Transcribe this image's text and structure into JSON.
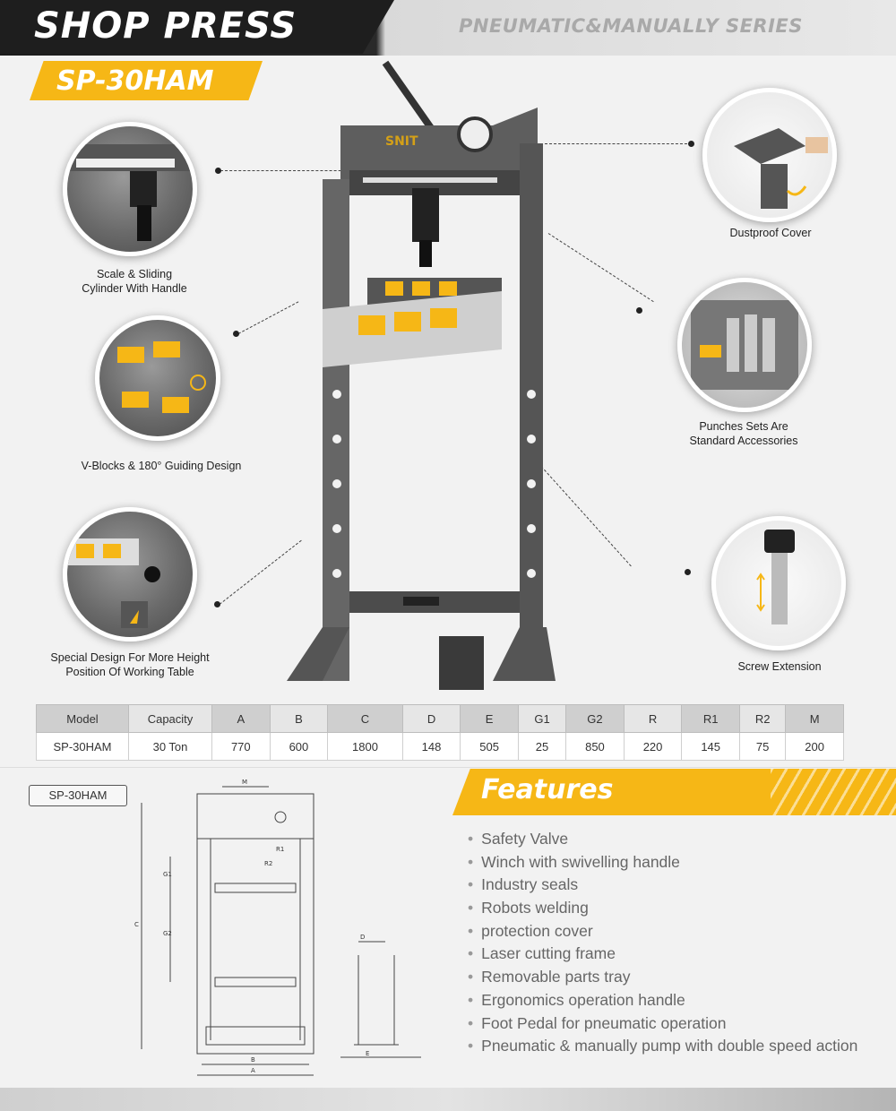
{
  "header": {
    "title": "SHOP PRESS",
    "series": "PNEUMATIC&MANUALLY SERIES",
    "model": "SP-30HAM"
  },
  "callouts": [
    {
      "label_line1": "Scale & Sliding",
      "label_line2": "Cylinder With Handle"
    },
    {
      "label_line1": "V-Blocks & 180° Guiding Design",
      "label_line2": ""
    },
    {
      "label_line1": "Special Design For More Height",
      "label_line2": "Position Of Working Table"
    },
    {
      "label_line1": "Dustproof Cover",
      "label_line2": ""
    },
    {
      "label_line1": "Punches Sets Are",
      "label_line2": "Standard Accessories"
    },
    {
      "label_line1": "Screw Extension",
      "label_line2": ""
    }
  ],
  "press_logo": "SNIT",
  "spec_table": {
    "headers": [
      "Model",
      "Capacity",
      "A",
      "B",
      "C",
      "D",
      "E",
      "G1",
      "G2",
      "R",
      "R1",
      "R2",
      "M"
    ],
    "row": [
      "SP-30HAM",
      "30 Ton",
      "770",
      "600",
      "1800",
      "148",
      "505",
      "25",
      "850",
      "220",
      "145",
      "75",
      "200"
    ]
  },
  "drawing": {
    "tag": "SP-30HAM",
    "dims": [
      "M",
      "G1",
      "G2",
      "C",
      "B",
      "A",
      "D",
      "E",
      "R1",
      "R2"
    ]
  },
  "features": {
    "title": "Features",
    "items": [
      "Safety Valve",
      "Winch with swivelling handle",
      "Industry seals",
      "Robots welding",
      "protection cover",
      "Laser cutting frame",
      "Removable parts tray",
      "Ergonomics operation handle",
      "Foot Pedal for pneumatic operation",
      "Pneumatic & manually pump with double speed action"
    ]
  },
  "colors": {
    "accent": "#f6b716",
    "dark": "#1e1e1e",
    "frame": "#6b6b6b"
  }
}
